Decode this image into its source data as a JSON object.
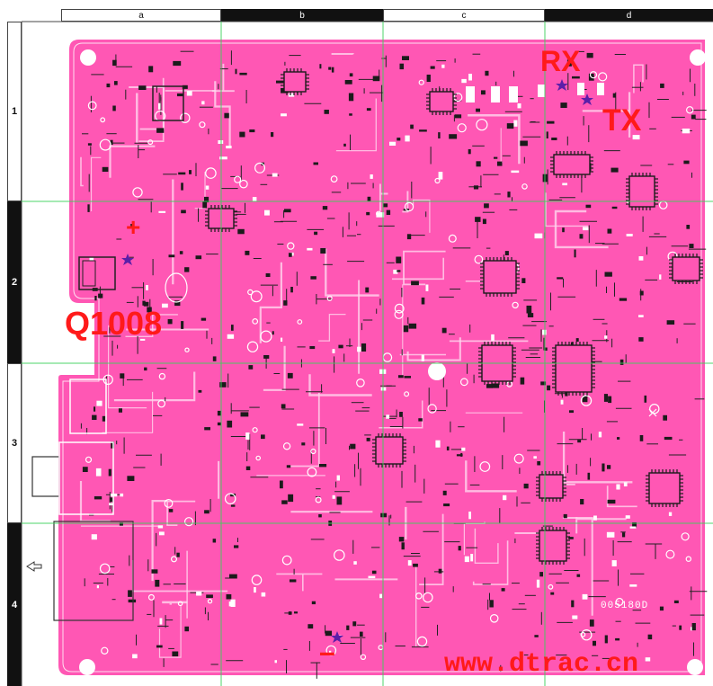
{
  "grid": {
    "columns": [
      "a",
      "b",
      "c",
      "d"
    ],
    "rows": [
      "1",
      "2",
      "3",
      "4"
    ]
  },
  "labels": {
    "rx": "RX",
    "tx": "TX",
    "plus": "+",
    "minus": "–",
    "component": "Q1008",
    "pcb_code": "005180D",
    "website": "www.dtrac.cn"
  },
  "colors": {
    "board": "#ff57b4",
    "label_red": "#ff1a1a",
    "trace_dark": "#222222",
    "gridline": "#39d15a",
    "marker": "#5b1fa8"
  }
}
